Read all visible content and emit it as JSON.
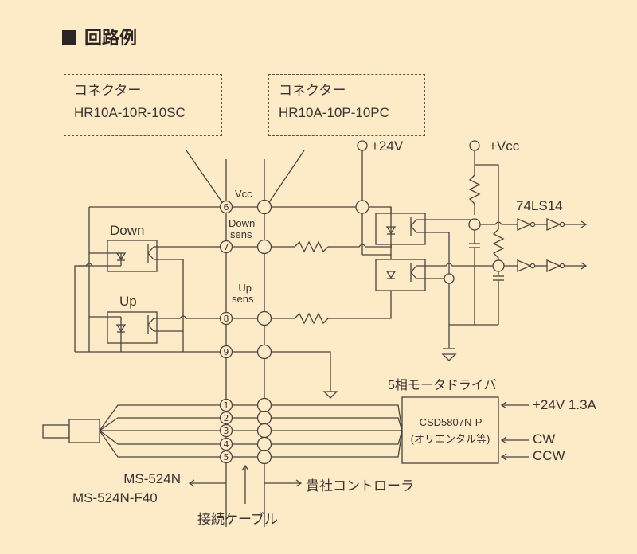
{
  "title": "回路例",
  "connectors": [
    {
      "label": "コネクター",
      "part": "HR10A-10R-10SC"
    },
    {
      "label": "コネクター",
      "part": "HR10A-10P-10PC"
    }
  ],
  "signals": {
    "vcc": "Vcc",
    "down_sens_1": "Down",
    "down_sens_2": "sens",
    "up_sens_1": "Up",
    "up_sens_2": "sens"
  },
  "photocouplers": {
    "down": "Down",
    "up": "Up"
  },
  "supplies": {
    "v24": "+24V",
    "vcc": "+Vcc"
  },
  "ic": "74LS14",
  "pins": [
    "1",
    "2",
    "3",
    "4",
    "5",
    "6",
    "7",
    "8",
    "9"
  ],
  "driver": {
    "heading": "5相モータドライバ",
    "model": "CSD5807N-P",
    "maker": "(オリエンタル等)",
    "inputs": [
      "+24V 1.3A",
      "CW",
      "CCW"
    ]
  },
  "bottom": {
    "motor_1": "MS-524N",
    "motor_2": "MS-524N-F40",
    "controller": "貴社コントローラ",
    "cable": "接続ケーブル"
  }
}
